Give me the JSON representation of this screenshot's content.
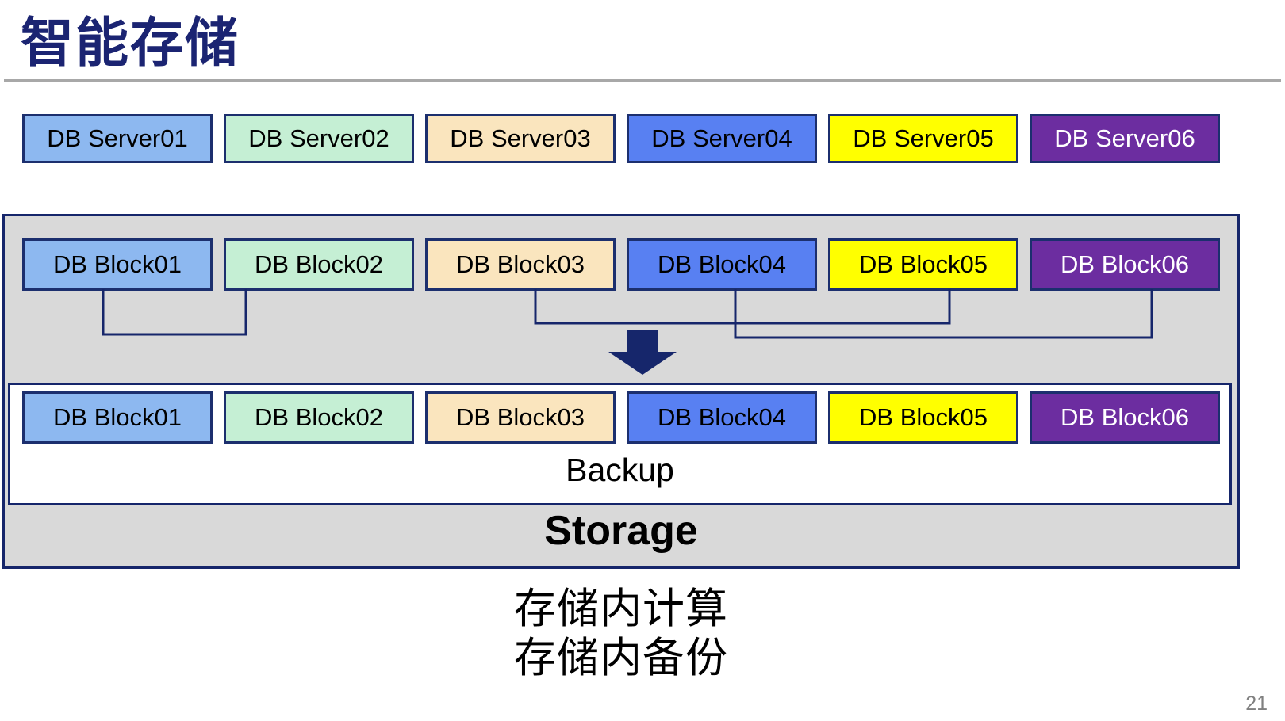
{
  "title": "智能存储",
  "server_row": [
    {
      "label": "DB Server01",
      "color": "#8DB8F0",
      "text": "#000000"
    },
    {
      "label": "DB Server02",
      "color": "#C5EFD4",
      "text": "#000000"
    },
    {
      "label": "DB Server03",
      "color": "#FAE5BE",
      "text": "#000000"
    },
    {
      "label": "DB Server04",
      "color": "#5880F2",
      "text": "#000000"
    },
    {
      "label": "DB Server05",
      "color": "#FFFF00",
      "text": "#000000"
    },
    {
      "label": "DB Server06",
      "color": "#6C2DA0",
      "text": "#FFFFFF"
    }
  ],
  "storage_box": {
    "label": "Storage",
    "source_block_row": [
      {
        "label": "DB Block01",
        "color": "#8DB8F0",
        "text": "#000000"
      },
      {
        "label": "DB Block02",
        "color": "#C5EFD4",
        "text": "#000000"
      },
      {
        "label": "DB Block03",
        "color": "#FAE5BE",
        "text": "#000000"
      },
      {
        "label": "DB Block04",
        "color": "#5880F2",
        "text": "#000000"
      },
      {
        "label": "DB Block05",
        "color": "#FFFF00",
        "text": "#000000"
      },
      {
        "label": "DB Block06",
        "color": "#6C2DA0",
        "text": "#FFFFFF"
      }
    ],
    "backup_box": {
      "label": "Backup",
      "block_row": [
        {
          "label": "DB Block01",
          "color": "#8DB8F0",
          "text": "#000000"
        },
        {
          "label": "DB Block02",
          "color": "#C5EFD4",
          "text": "#000000"
        },
        {
          "label": "DB Block03",
          "color": "#FAE5BE",
          "text": "#000000"
        },
        {
          "label": "DB Block04",
          "color": "#5880F2",
          "text": "#000000"
        },
        {
          "label": "DB Block05",
          "color": "#FFFF00",
          "text": "#000000"
        },
        {
          "label": "DB Block06",
          "color": "#6C2DA0",
          "text": "#FFFFFF"
        }
      ]
    }
  },
  "captions": [
    "存储内计算",
    "存储内备份"
  ],
  "page_number": "21",
  "colors": {
    "title": "#1B2472",
    "box_border": "#1C2F6E",
    "connector": "#16266B",
    "arrow": "#16266B",
    "storage_fill": "#D9D9D9",
    "divider": "#A8A8A8",
    "page_number": "#808080"
  }
}
